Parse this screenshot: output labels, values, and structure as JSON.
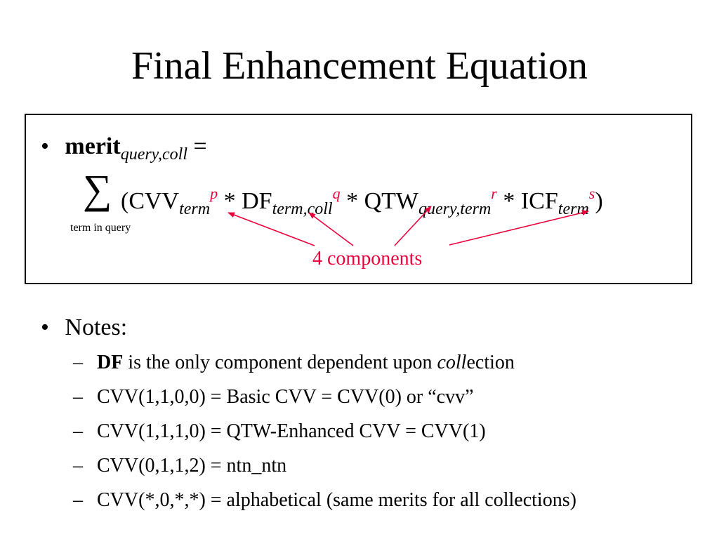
{
  "slide": {
    "title": "Final Enhancement Equation",
    "equation": {
      "bullet": "•",
      "merit": "merit",
      "merit_sub": "query,coll",
      "equals": " =",
      "sigma": "∑",
      "open": "(CVV",
      "cvv_sub": "term",
      "cvv_sup": "p",
      "df": " * DF",
      "df_sub": "term,coll",
      "df_sup": "q",
      "qtw": " * QTW",
      "qtw_sub": "query,term",
      "qtw_sup": "r",
      "icf": " * ICF",
      "icf_sub": "term",
      "icf_sup": "s",
      "close": ")",
      "sum_range": "term in query",
      "components_label": "4 components"
    },
    "notes": {
      "bullet": "•",
      "heading": "Notes:",
      "dash": "–",
      "item1_bold": "DF",
      "item1_mid": " is the only component dependent upon ",
      "item1_italic": "coll",
      "item1_end": "ection",
      "item2": "CVV(1,1,0,0) = Basic CVV = CVV(0) or “cvv”",
      "item3": "CVV(1,1,1,0) = QTW-Enhanced CVV = CVV(1)",
      "item4": "CVV(0,1,1,2) = ntn_ntn",
      "item5": "CVV(*,0,*,*) = alphabetical (same merits for all collections)"
    },
    "colors": {
      "accent": "#e8003c",
      "text": "#000000",
      "background": "#ffffff"
    }
  }
}
